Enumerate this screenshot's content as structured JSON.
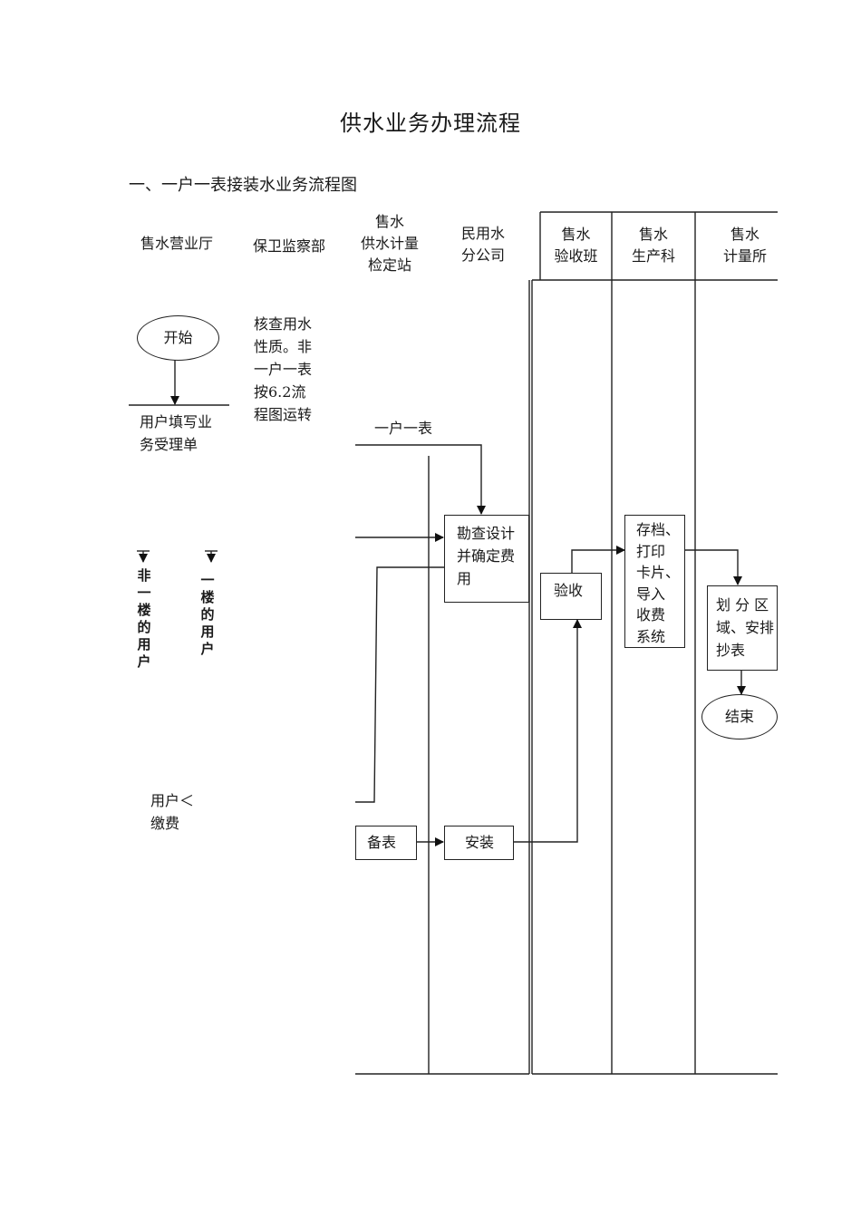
{
  "document": {
    "title": "供水业务办理流程",
    "section_heading": "一、一户一表接装水业务流程图"
  },
  "lanes": [
    {
      "label": "售水营业厅"
    },
    {
      "label": "保卫监察部"
    },
    {
      "label": "售水\n供水计量\n检定站"
    },
    {
      "label": "民用水\n分公司"
    },
    {
      "label": "售水\n验收班"
    },
    {
      "label": "售水\n生产科"
    },
    {
      "label": "售水\n计量所"
    }
  ],
  "nodes": {
    "start": "开始",
    "fill_form": "用户填写业\n务受理单",
    "security_note": "核查用水\n性质。非\n一户一表\n按6.2流\n程图运转",
    "one_meter_label": "一户一表",
    "survey": "勘查设计\n并确定费\n用",
    "non_first_floor": "非一楼的用户",
    "first_floor": "一楼的用户",
    "user_pay": "用户＜\n缴费",
    "prepare_meter": "备表",
    "install": "安装",
    "accept": "验收",
    "archive": "存档、\n打印\n卡片、\n导入\n收费\n系统",
    "assign": "划 分 区\n域、安排\n抄表",
    "end": "结束"
  }
}
